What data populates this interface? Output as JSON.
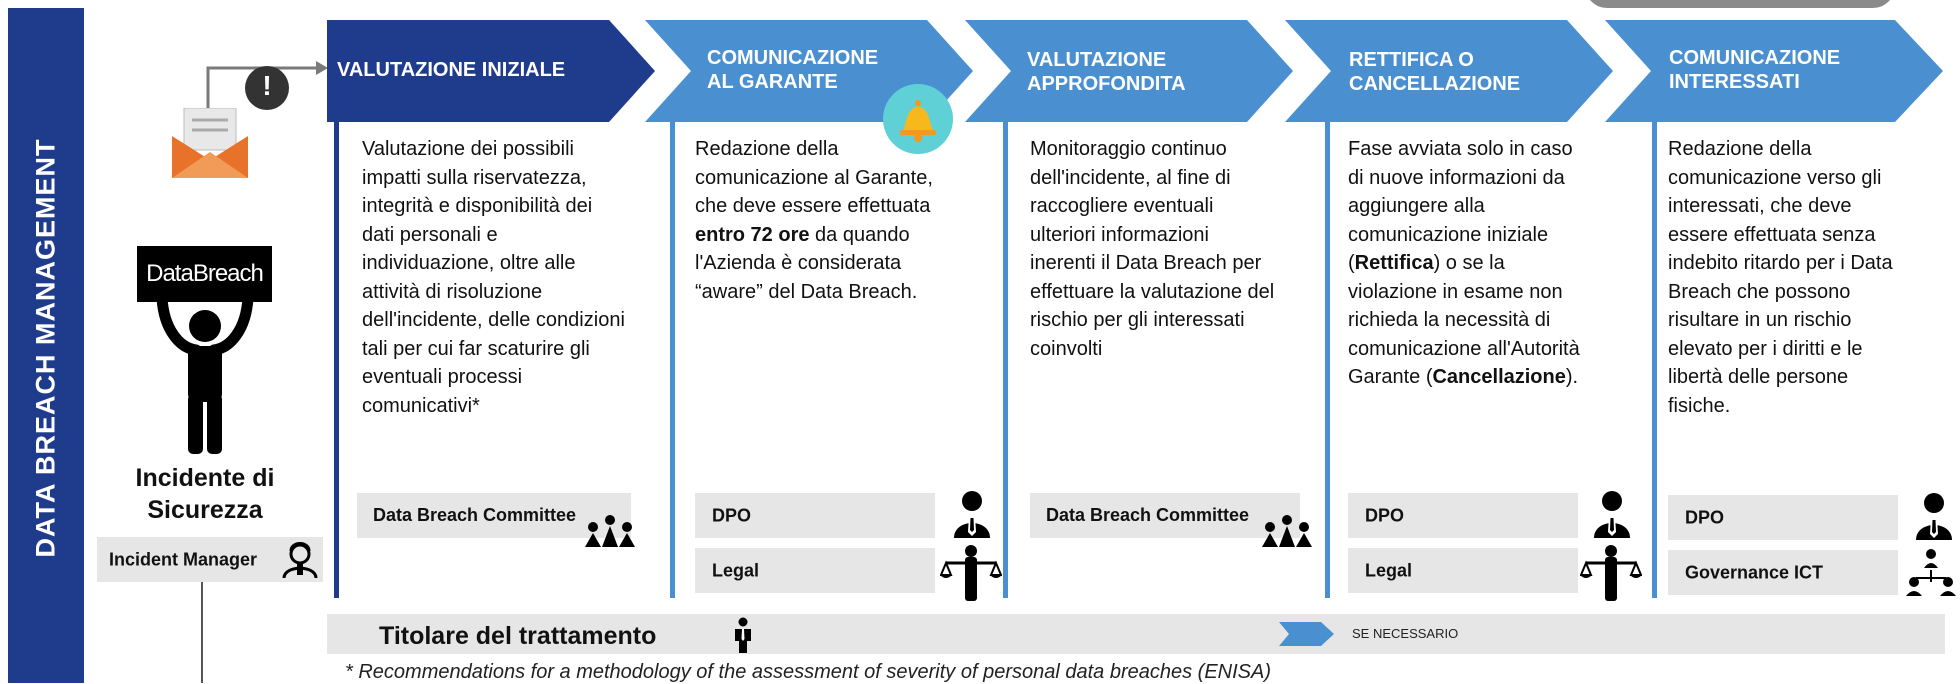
{
  "sidebar": {
    "title": "DATA BREACH MANAGEMENT"
  },
  "left": {
    "data_breach_sign": "DataBreach",
    "incident_title_line1": "Incidente di",
    "incident_title_line2": "Sicurezza",
    "incident_manager": "Incident Manager"
  },
  "phases": [
    {
      "title_lines": [
        "VALUTAZIONE INIZIALE"
      ],
      "color": "#1f3b8c",
      "body": "Valutazione dei possibili impatti sulla riservatezza, integrità e disponibilità dei dati personali e individuazione, oltre alle attività di risoluzione dell'incidente, delle condizioni tali per cui far scaturire gli eventuali processi comunicativi*",
      "roles": [
        {
          "label": "Data Breach Committee",
          "icon": "committee-icon"
        }
      ]
    },
    {
      "title_lines": [
        "COMUNICAZIONE",
        "AL GARANTE"
      ],
      "color": "#4a90d0",
      "body_parts": [
        "Redazione della comunicazione al Garante, che deve essere effettuata ",
        "entro 72 ore",
        " da quando l'Azienda è considerata “aware” del Data Breach."
      ],
      "roles": [
        {
          "label": "DPO",
          "icon": "person-tie-icon"
        },
        {
          "label": "Legal",
          "icon": "justice-scale-icon"
        }
      ]
    },
    {
      "title_lines": [
        "VALUTAZIONE",
        "APPROFONDITA"
      ],
      "color": "#4a90d0",
      "body": "Monitoraggio continuo dell'incidente, al fine di raccogliere eventuali ulteriori informazioni inerenti il Data Breach per effettuare la valutazione del rischio per gli interessati coinvolti",
      "roles": [
        {
          "label": "Data Breach Committee",
          "icon": "committee-icon"
        }
      ]
    },
    {
      "title_lines": [
        "RETTIFICA O",
        "CANCELLAZIONE"
      ],
      "color": "#4a90d0",
      "body_parts": [
        "Fase avviata solo in caso di nuove informazioni da aggiungere alla comunicazione iniziale (",
        "Rettifica",
        ") o se la violazione in esame non richieda la necessità di comunicazione all'Autorità Garante (",
        "Cancellazione",
        ")."
      ],
      "roles": [
        {
          "label": "DPO",
          "icon": "person-tie-icon"
        },
        {
          "label": "Legal",
          "icon": "justice-scale-icon"
        }
      ]
    },
    {
      "title_lines": [
        "COMUNICAZIONE",
        "INTERESSATI"
      ],
      "color": "#4a90d0",
      "body": "Redazione della comunicazione verso gli interessati, che deve essere effettuata senza indebito ritardo per i Data Breach che possono risultare in un rischio elevato per i diritti e le libertà delle persone fisiche.",
      "roles": [
        {
          "label": "DPO",
          "icon": "person-tie-icon"
        },
        {
          "label": "Governance ICT",
          "icon": "org-chart-icon"
        }
      ]
    }
  ],
  "footer": {
    "owner": "Titolare del trattamento",
    "legend": "SE NECESSARIO",
    "footnote": "* Recommendations for a methodology of the assessment of severity of personal data breaches (ENISA)"
  }
}
